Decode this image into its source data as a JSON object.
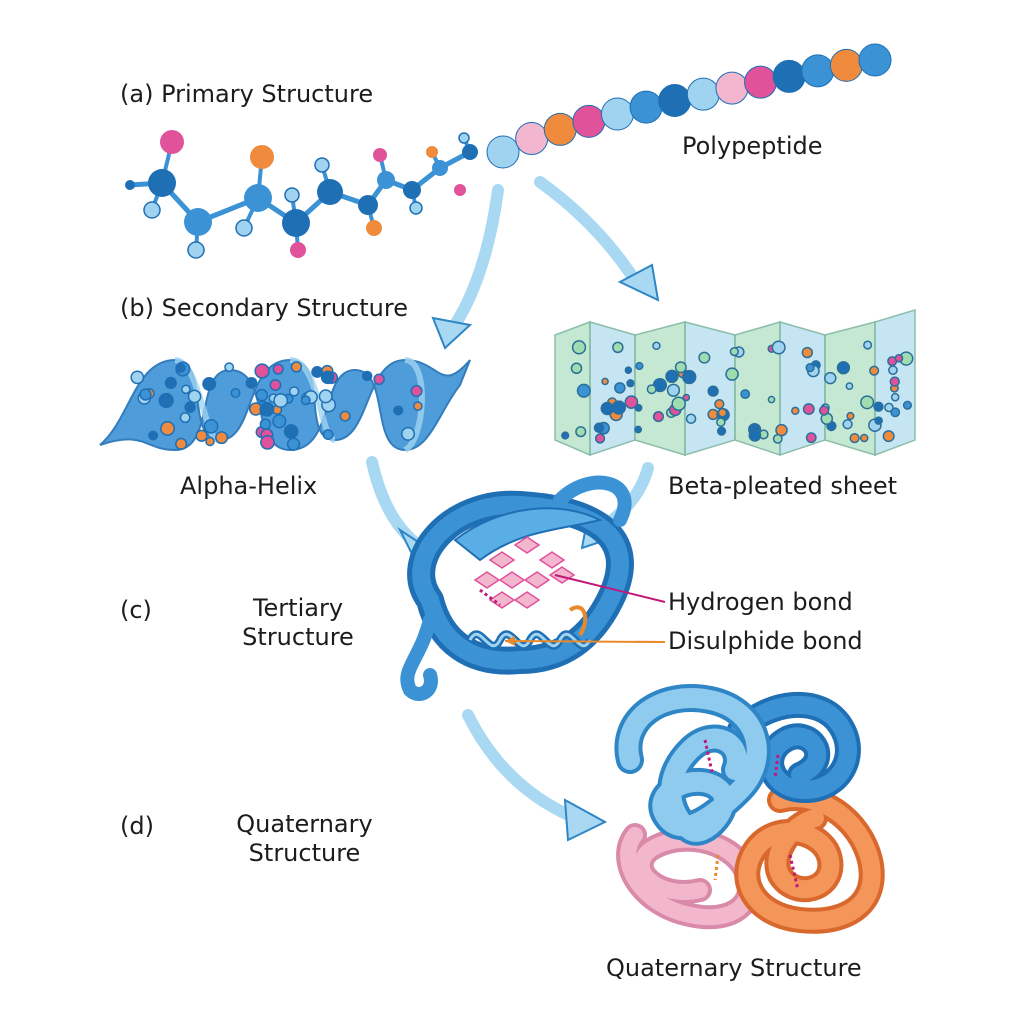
{
  "labels": {
    "primary": "(a) Primary Structure",
    "polypeptide": "Polypeptide",
    "secondary": "(b) Secondary Structure",
    "alpha_helix": "Alpha-Helix",
    "beta_sheet": "Beta-pleated sheet",
    "tertiary_letter": "(c)",
    "tertiary_line1": "Tertiary",
    "tertiary_line2": "Structure",
    "hydrogen_bond": "Hydrogen bond",
    "disulphide_bond": "Disulphide bond",
    "quaternary_letter": "(d)",
    "quaternary_line1": "Quaternary",
    "quaternary_line2": "Structure",
    "quaternary_caption": "Quaternary Structure"
  },
  "colors": {
    "blue_dark": "#1f6fb5",
    "blue_mid": "#3b93d6",
    "blue_light": "#9fd3f0",
    "pink": "#e0529a",
    "orange": "#f08a3c",
    "light_pink": "#f2b6cf",
    "arrow_fill": "#a9d8f3",
    "arrow_stroke": "#2f86c6",
    "sheet_green": "#bfe6cf",
    "sheet_blue": "#bfe3f2",
    "subunit_pink": "#f3b7cc",
    "subunit_orange": "#f4955a",
    "hbond_line": "#c2187a",
    "ssbond_line": "#e8892a"
  }
}
